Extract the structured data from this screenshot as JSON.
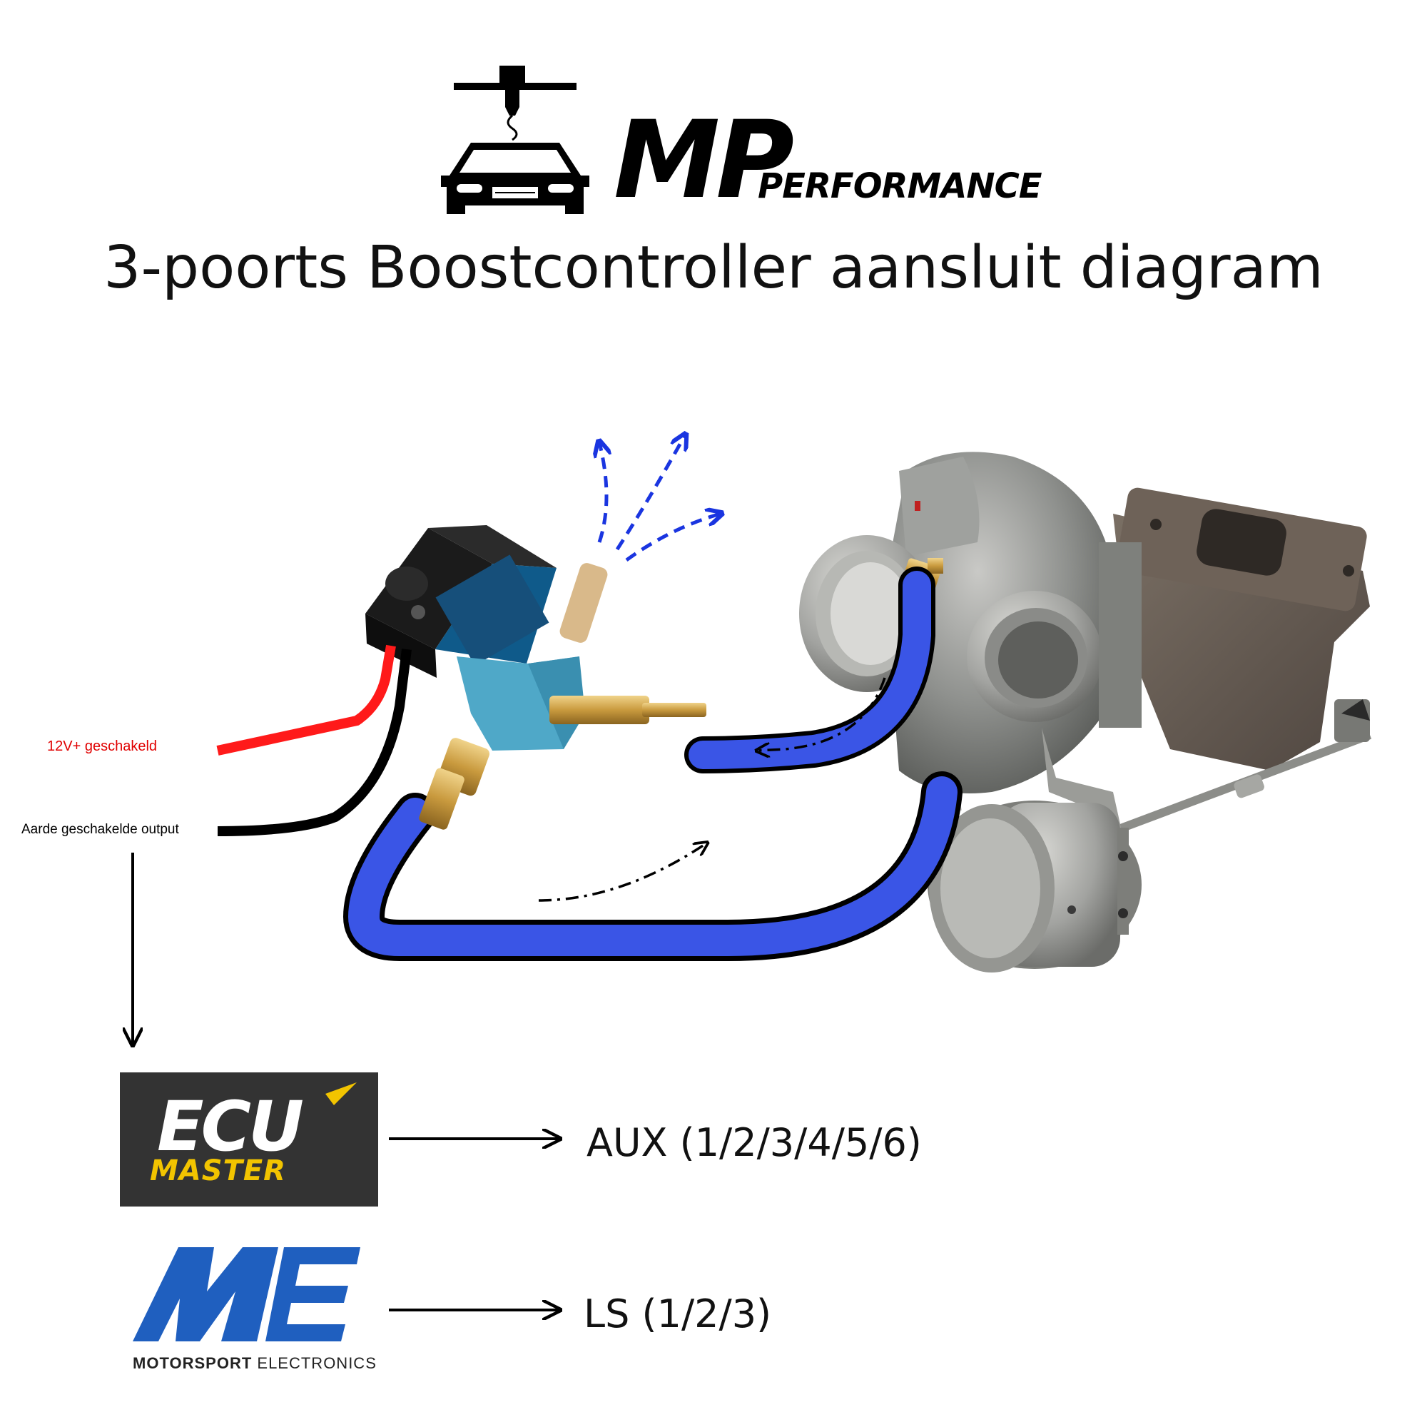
{
  "title": "3-poorts Boostcontroller aansluit diagram",
  "brand": {
    "main": "MP",
    "sub": "PERFORMANCE"
  },
  "wires": {
    "positive_label": "12V+ geschakeld",
    "ground_label": "Aarde geschakelde output"
  },
  "targets": [
    {
      "logo_line1": "ECU",
      "logo_line2": "MASTER",
      "port": "AUX (1/2/3/4/5/6)"
    },
    {
      "logo_mark": "ME",
      "logo_sub_bold": "MOTORSPORT",
      "logo_sub_light": "ELECTRONICS",
      "port": "LS (1/2/3)"
    }
  ],
  "colors": {
    "hose": "#3a55e6",
    "positive_wire": "#ff1a1a",
    "ground_wire": "#000000",
    "exhaust_arrows": "#1a35e0",
    "ecu_logo_bg": "#333333",
    "ecu_accent": "#f2c400",
    "me_blue": "#1f5fbf"
  },
  "icons": [
    "car-printer-logo-icon",
    "boost-solenoid-icon",
    "turbocharger-icon",
    "wastegate-actuator-icon",
    "exhaust-arrow-icon"
  ]
}
